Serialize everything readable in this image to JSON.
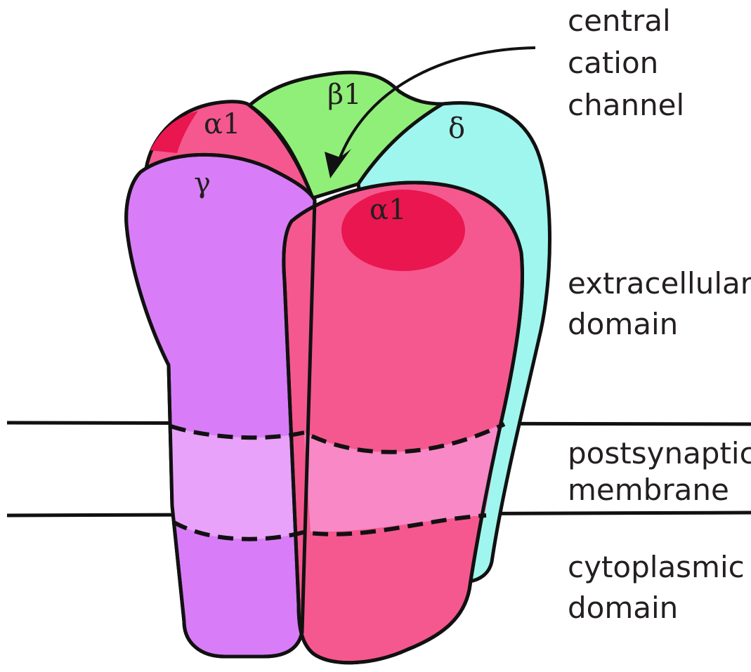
{
  "colors": {
    "alpha1": "#f5588e",
    "alpha1_spot": "#e9164f",
    "beta1": "#90ef78",
    "delta": "#9ff6ee",
    "gamma": "#d87df7",
    "gamma_membrane": "#e8a2f9",
    "alpha1_membrane": "#f888c6",
    "outline": "#111111",
    "background": "#ffffff"
  },
  "subunits": {
    "alpha1_back": "α1",
    "beta1": "β1",
    "delta": "δ",
    "gamma": "γ",
    "alpha1_front": "α1"
  },
  "labels": {
    "channel": [
      "central",
      "cation",
      "channel"
    ],
    "extracellular": [
      "extracellular",
      "domain"
    ],
    "membrane": [
      "postsynaptic",
      "membrane"
    ],
    "cytoplasmic": [
      "cytoplasmic",
      "domain"
    ]
  }
}
